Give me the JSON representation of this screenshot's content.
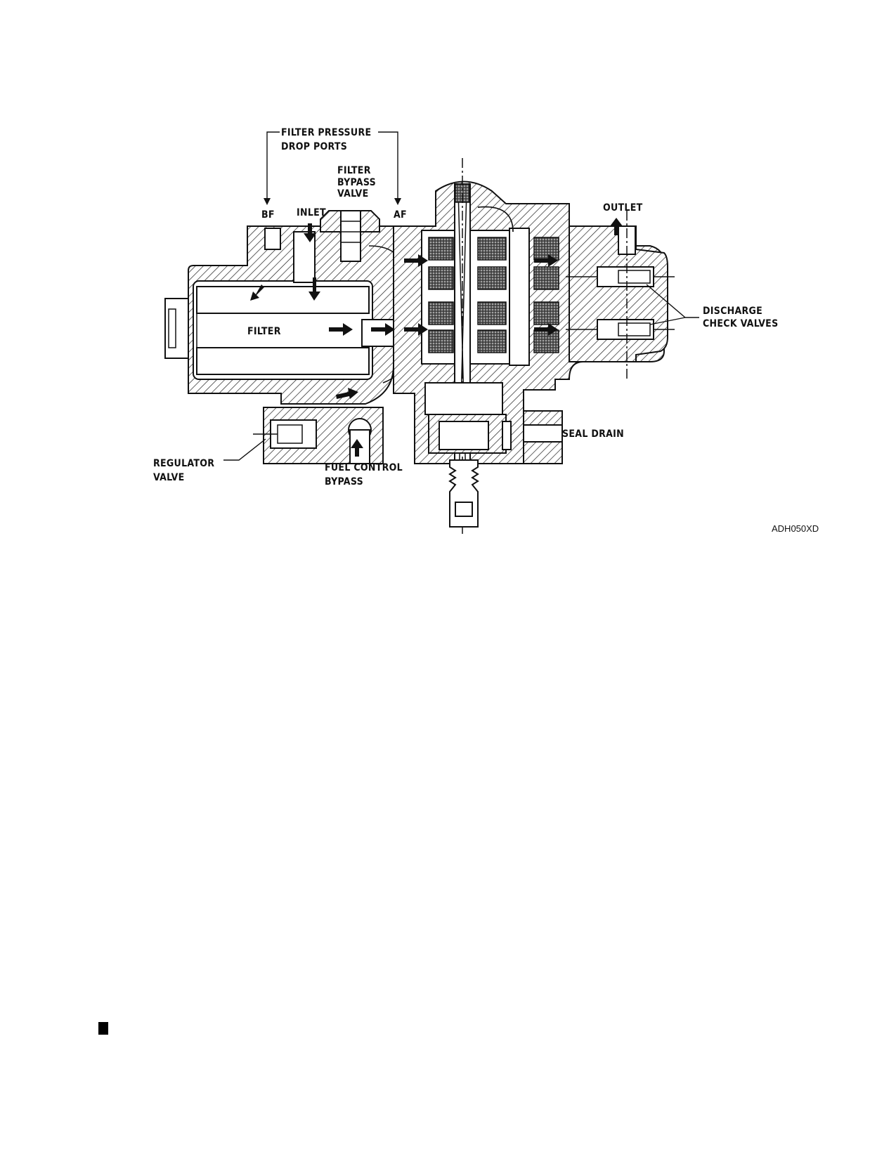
{
  "labels": {
    "filter_pressure_drop_ports_1": "FILTER PRESSURE",
    "filter_pressure_drop_ports_2": "DROP PORTS",
    "filter_bypass_valve_1": "FILTER",
    "filter_bypass_valve_2": "BYPASS",
    "filter_bypass_valve_3": "VALVE",
    "bf": "BF",
    "inlet": "INLET",
    "af": "AF",
    "outlet": "OUTLET",
    "filter": "FILTER",
    "discharge_check_valves_1": "DISCHARGE",
    "discharge_check_valves_2": "CHECK VALVES",
    "seal_drain": "SEAL DRAIN",
    "regulator_valve_1": "REGULATOR",
    "regulator_valve_2": "VALVE",
    "fuel_control_bypass_1": "FUEL CONTROL",
    "fuel_control_bypass_2": "BYPASS"
  },
  "figure_id": "ADH050XD"
}
